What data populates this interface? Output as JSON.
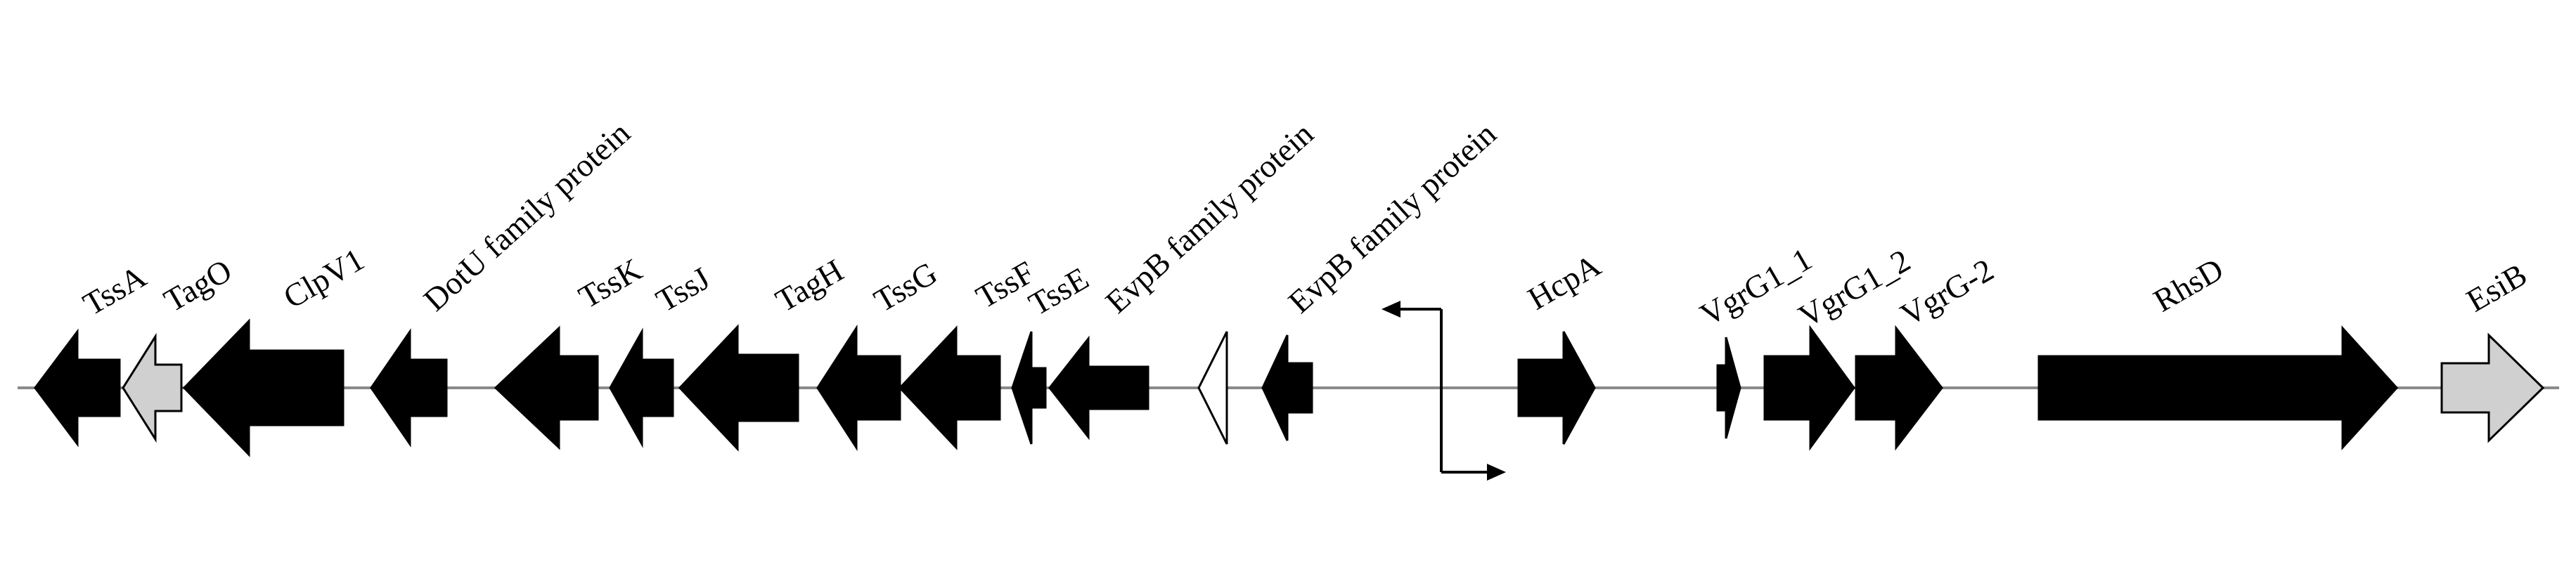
{
  "colors": {
    "backbone": "#8a8a8a",
    "filled": "#000000",
    "grey": "#d0d0d0",
    "open": "#ffffff",
    "outline": "#000000",
    "promoter": "#000000"
  },
  "genes": [
    {
      "label": "TssA",
      "strand": "-",
      "fill": "filled"
    },
    {
      "label": "TagO",
      "strand": "-",
      "fill": "grey"
    },
    {
      "label": "ClpV1",
      "strand": "-",
      "fill": "filled"
    },
    {
      "label": "DotU family protein",
      "strand": "-",
      "fill": "filled"
    },
    {
      "label": "TssK",
      "strand": "-",
      "fill": "filled"
    },
    {
      "label": "TssJ",
      "strand": "-",
      "fill": "filled"
    },
    {
      "label": "TagH",
      "strand": "-",
      "fill": "filled"
    },
    {
      "label": "TssG",
      "strand": "-",
      "fill": "filled"
    },
    {
      "label": "TssF",
      "strand": "-",
      "fill": "filled"
    },
    {
      "label": "TssE",
      "strand": "-",
      "fill": "filled"
    },
    {
      "label": "EvpB family protein",
      "strand": "-",
      "fill": "filled"
    },
    {
      "label": "",
      "strand": "-",
      "fill": "open"
    },
    {
      "label": "EvpB family protein",
      "strand": "-",
      "fill": "filled"
    },
    {
      "label": "HcpA",
      "strand": "+",
      "fill": "filled"
    },
    {
      "label": "VgrG1_1",
      "strand": "+",
      "fill": "filled"
    },
    {
      "label": "VgrG1_2",
      "strand": "+",
      "fill": "filled"
    },
    {
      "label": "VgrG-2",
      "strand": "+",
      "fill": "filled"
    },
    {
      "label": "RhsD",
      "strand": "+",
      "fill": "filled"
    },
    {
      "label": "EsiB",
      "strand": "+",
      "fill": "grey"
    }
  ]
}
